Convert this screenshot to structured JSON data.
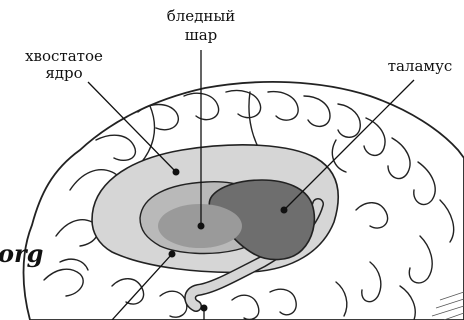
{
  "labels": {
    "pallidum_line1": "бледный",
    "pallidum_line2": "шар",
    "caudate_line1": "хвостатое",
    "caudate_line2": "ядро",
    "thalamus": "таламус"
  },
  "watermark": "org",
  "colors": {
    "background": "#ffffff",
    "brain_fill": "#ffffff",
    "outline": "#222222",
    "caudate_fill": "#d6d6d6",
    "putamen_fill": "#b9b9b9",
    "pallidum_fill": "#9a9a9a",
    "thalamus_fill": "#6e6e6e",
    "label_text": "#111111"
  }
}
